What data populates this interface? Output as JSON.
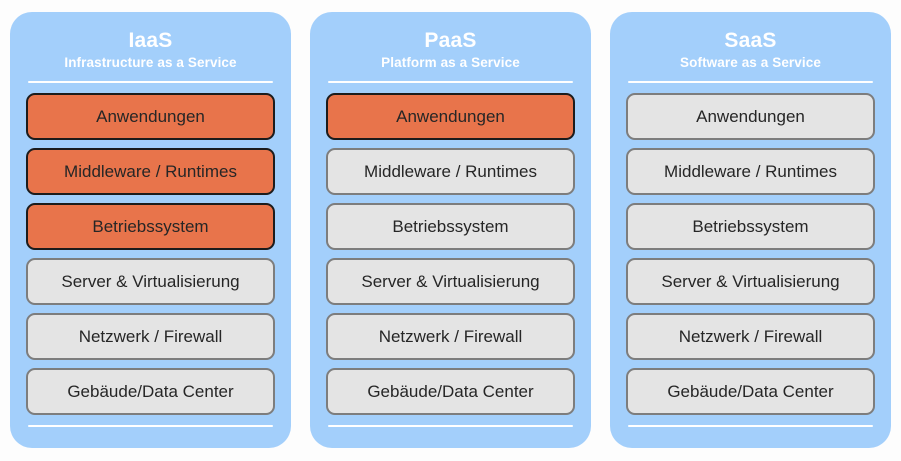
{
  "colors": {
    "panel_background": "#a3cffb",
    "highlight_fill": "#e8744b",
    "highlight_border": "#1c1c1c",
    "plain_fill": "#e4e4e4",
    "plain_border": "#7d7d7d",
    "divider": "#ffffff",
    "header_text": "#ffffff",
    "layer_text": "#262626",
    "page_background": "#fdfdfd"
  },
  "panels": [
    {
      "key": "iaas",
      "title": "IaaS",
      "subtitle": "Infrastructure as a Service",
      "layers": [
        {
          "label": "Anwendungen",
          "managed": true
        },
        {
          "label": "Middleware / Runtimes",
          "managed": true
        },
        {
          "label": "Betriebssystem",
          "managed": true
        },
        {
          "label": "Server & Virtualisierung",
          "managed": false
        },
        {
          "label": "Netzwerk / Firewall",
          "managed": false
        },
        {
          "label": "Gebäude/Data Center",
          "managed": false
        }
      ]
    },
    {
      "key": "paas",
      "title": "PaaS",
      "subtitle": "Platform as a Service",
      "layers": [
        {
          "label": "Anwendungen",
          "managed": true
        },
        {
          "label": "Middleware / Runtimes",
          "managed": false
        },
        {
          "label": "Betriebssystem",
          "managed": false
        },
        {
          "label": "Server & Virtualisierung",
          "managed": false
        },
        {
          "label": "Netzwerk / Firewall",
          "managed": false
        },
        {
          "label": "Gebäude/Data Center",
          "managed": false
        }
      ]
    },
    {
      "key": "saas",
      "title": "SaaS",
      "subtitle": "Software as a Service",
      "layers": [
        {
          "label": "Anwendungen",
          "managed": false
        },
        {
          "label": "Middleware / Runtimes",
          "managed": false
        },
        {
          "label": "Betriebssystem",
          "managed": false
        },
        {
          "label": "Server & Virtualisierung",
          "managed": false
        },
        {
          "label": "Netzwerk / Firewall",
          "managed": false
        },
        {
          "label": "Gebäude/Data Center",
          "managed": false
        }
      ]
    }
  ]
}
